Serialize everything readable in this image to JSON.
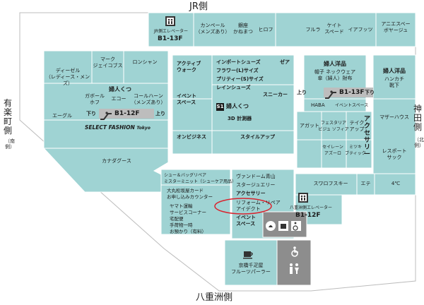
{
  "directions": {
    "north": "JR側",
    "south": "八重洲側",
    "west": "有楽町側",
    "west_sub": "（南側）",
    "east": "神田側",
    "east_sub": "（北側）"
  },
  "elevators": {
    "jr": {
      "name": "JR側エレベーター",
      "floors": "B1-13F"
    },
    "yaesu": {
      "name": "八重洲側エレベーター",
      "floors": "B1-12F"
    }
  },
  "escalators": {
    "west": {
      "down": "下り",
      "floors": "B1-12F",
      "up": "上り"
    },
    "east": {
      "up": "上り",
      "floors": "B1-13F",
      "down": "下り"
    }
  },
  "shops": {
    "kanpeeru": "カンペール\n（メンズあり）",
    "ginza_kanematsu": "銀座\nかねまつ",
    "hiroful": "ヒロフ",
    "furla": "フルラ",
    "kate_spade": "ケイト\nスペード",
    "iafutto": "イアフッツ",
    "anniversaire": "アニエスベー\nボヤージュ",
    "diesel": "ディーゼル\n（レディース・メンズ）",
    "mark_jacobs": "マーク\nジェイコブス",
    "longchamp": "ロンシャン",
    "fujin_kutsu_w": "婦人くつ",
    "gabor": "ガボール\nホフ",
    "ekko": "エコー",
    "cole_haan": "コールハーン\n（メンズあり）",
    "aigle": "エーグル",
    "select_fashion": "SELECT FASHION",
    "select_fashion_sub": "Tokyo",
    "kanadagoose": "カナダグース",
    "active_walk": "アクティブ\nウォーク",
    "import_shoes": "インポートシューズ",
    "flower_l": "フラワー(L)サイズ",
    "pretty_s": "プリティー(S)サイズ",
    "rain_shoes": "レインシューズ",
    "zea": "ゼア",
    "event_space_c": "イベント\nスペース",
    "sneaker": "スニーカー",
    "fujin_kutsu_c_tag": "S1",
    "fujin_kutsu_c": "婦人くつ",
    "measure_3d": "3D 計測器",
    "on_business": "オンビジネス",
    "style_up": "スタイルアップ",
    "fujin_youhin": "婦人洋品",
    "boushi": "帽子 ネックウェア\n傘（婦人）財布",
    "fujin_youhin_e": "婦人洋品",
    "handkerchief": "ハンカチ\n靴下",
    "haba": "HABA",
    "event_space_e": "イベントスペース",
    "accessory_v": "アクセサリー",
    "agatte": "アガット",
    "festaria": "フェスタリア\nビジュ ソフィア",
    "take_up": "テイク\nアップ",
    "selena": "セイレーン\nアズーロ",
    "mitsuki": "ミツキ\nブティック",
    "margaret": "マザーハウス",
    "les_posts": "レスポート\nサック",
    "swarovski": "スワロフスキー",
    "ete": "エテ",
    "four_c": "4℃",
    "vendome": "ヴァンドーム青山",
    "star_jewelry": "スタージュエリー",
    "accessory_s": "アクセサリー",
    "reform": "リフォーム・リペア\nアイデクト",
    "event_space_s": "イベント\nスペース",
    "shoe_repair": "シュー＆バッグリペア\nミスターミニット（シューケア用品）",
    "daimaru_card": "大丸松坂屋カード\nお申し込みカウンター",
    "yamato": "ヤマト運輸\nサービスコーナー",
    "takuhai": "宅配便\n手荷物一時\nお預かり（有料）",
    "cafe": "京橋千疋屋\nフルーツパーラー"
  },
  "colors": {
    "teal": "#9fd3d3",
    "gray": "#d9d9d9",
    "darkgray": "#8d8d8d",
    "highlight": "#d9232e"
  },
  "icons": [
    "elevator-icon",
    "escalator-icon",
    "cafe-icon",
    "wheelchair-icon",
    "restroom-icon",
    "nursing-icon"
  ]
}
